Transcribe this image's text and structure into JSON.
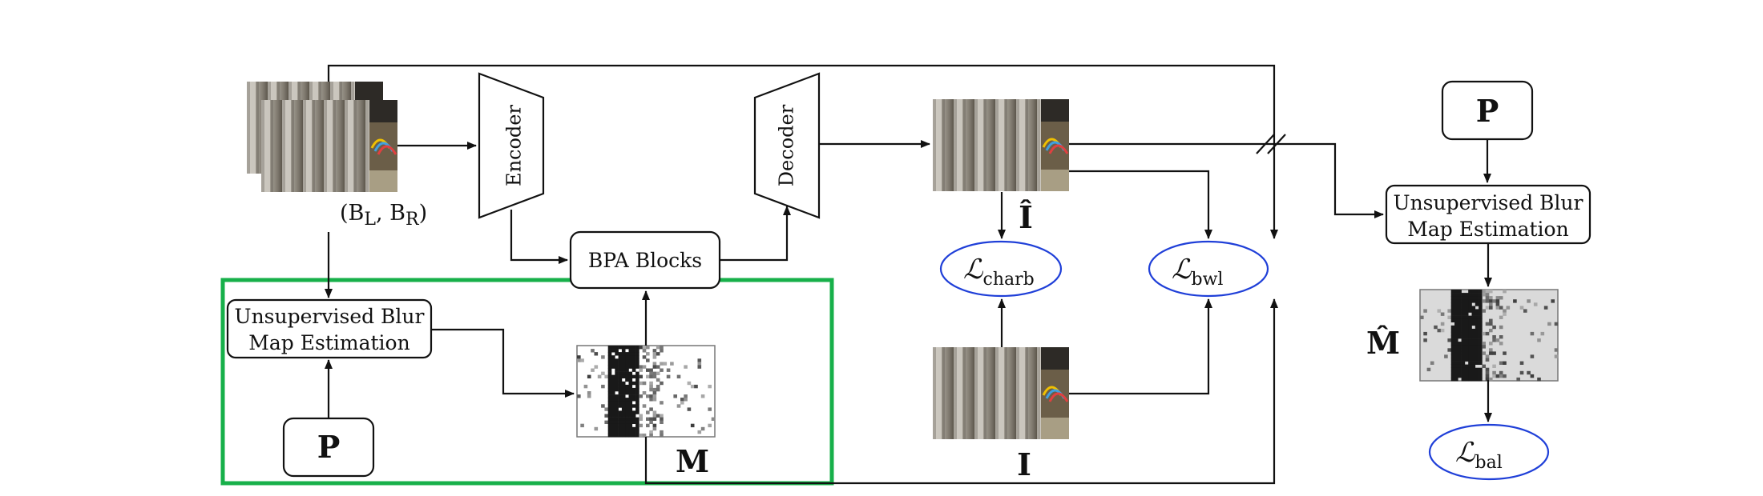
{
  "labels": {
    "encoder": "Encoder",
    "decoder": "Decoder",
    "bpa_blocks": "BPA Blocks",
    "ube_left_line1": "Unsupervised Blur",
    "ube_left_line2": "Map Estimation",
    "ube_right_line1": "Unsupervised Blur",
    "ube_right_line2": "Map Estimation",
    "p_left": "P",
    "p_right": "P",
    "input_pair": "(B",
    "input_pair_sub_l": "L",
    "input_pair_sep": ", B",
    "input_pair_sub_r": "R",
    "input_pair_close": ")",
    "i_hat": "Î",
    "i_gt": "I",
    "m": "M",
    "m_hat": "M̂",
    "loss_charb": "ℒ",
    "loss_charb_sub": "charb",
    "loss_bwl": "ℒ",
    "loss_bwl_sub": "bwl",
    "loss_bal": "ℒ",
    "loss_bal_sub": "bal"
  },
  "colors": {
    "loss_ellipse": "#1f3fd8",
    "highlight_box": "#17b04a",
    "image_bg": "#8e8a80",
    "map_bg": "#ffffff",
    "map_bg_hat": "#dadada"
  }
}
